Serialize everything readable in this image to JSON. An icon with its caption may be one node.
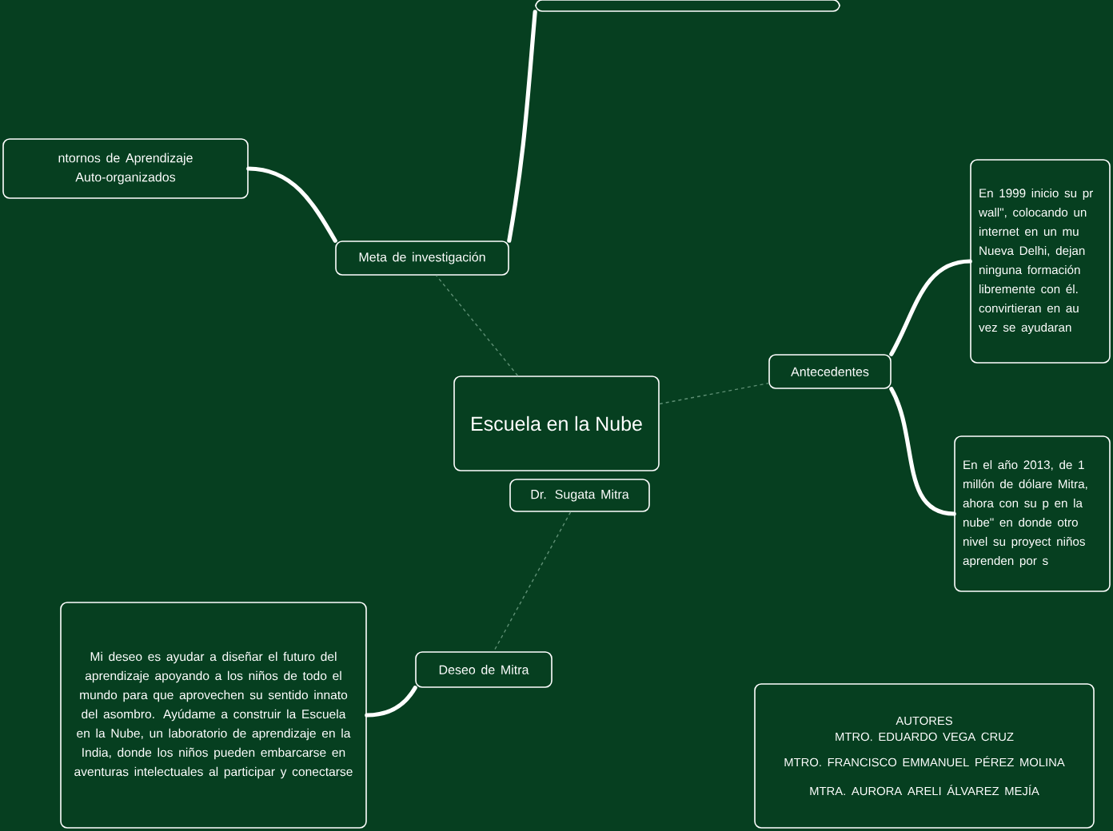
{
  "diagram": {
    "nodes": [
      {
        "text": [
          "Escuela en la Nube"
        ]
      },
      {
        "text": [
          "Dr. Sugata Mitra"
        ]
      },
      {
        "text": [
          "Meta de investigación"
        ]
      },
      {
        "text": [
          "ntornos de Aprendizaje Auto-organizados"
        ]
      },
      {
        "text": [],
        "shape": "box"
      },
      {
        "text": [
          "Antecedentes"
        ]
      },
      {
        "text": [
          "En 1999 inicio su pr wall\", colocando un internet en un mu Nueva Delhi, dejan ninguna formación libremente con él. convirtieran en au vez se ayudaran"
        ]
      },
      {
        "text": [
          "En el año 2013, de 1 millón de dólare Mitra, ahora con su p en la nube\" en donde otro nivel su proyect niños aprenden por s"
        ]
      },
      {
        "text": [
          "Deseo de Mitra"
        ]
      },
      {
        "text": [
          "Mi deseo es ayudar a diseñar el futuro del aprendizaje apoyando a los niños de todo el mundo para que aprovechen su sentido innato del asombro. Ayúdame a construir la Escuela en la Nube, un laboratorio de aprendizaje en la India, donde los niños pueden embarcarse en aventuras intelectuales al participar y conectarse"
        ]
      },
      {
        "text": [
          "AUTORES",
          "MTRO. EDUARDO VEGA CRUZ",
          "MTRO. FRANCISCO EMMANUEL PÉREZ MOLINA",
          "MTRA. AURORA ARELI ÁLVAREZ MEJÍA"
        ]
      }
    ],
    "edges": [
      {
        "from": 0,
        "to": 2,
        "arrow": "none",
        "style": "dashed",
        "color": "#5e8f74"
      },
      {
        "from": 0,
        "to": 5,
        "arrow": "none",
        "style": "dashed",
        "color": "#5e8f74"
      },
      {
        "from": 1,
        "to": 8,
        "arrow": "none",
        "style": "dashed",
        "color": "#5e8f74"
      },
      {
        "from": 2,
        "to": 3,
        "arrow": "none"
      },
      {
        "from": 2,
        "to": 4,
        "arrow": "none"
      },
      {
        "from": 5,
        "to": 6,
        "arrow": "none"
      },
      {
        "from": 5,
        "to": 7,
        "arrow": "none"
      },
      {
        "from": 8,
        "to": 9,
        "arrow": "none"
      }
    ]
  }
}
